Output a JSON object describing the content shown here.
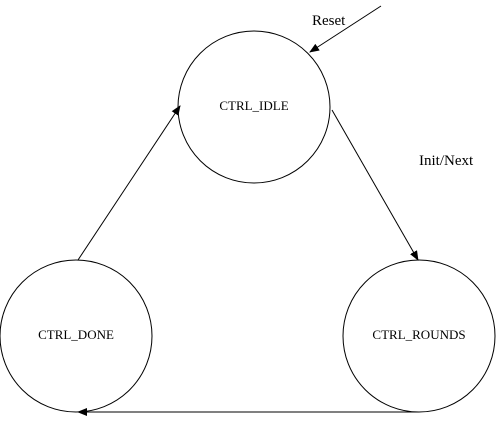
{
  "diagram": {
    "states": {
      "idle": "CTRL_IDLE",
      "rounds": "CTRL_ROUNDS",
      "done": "CTRL_DONE"
    },
    "edges": {
      "reset": "Reset",
      "init_next": "Init/Next"
    },
    "colors": {
      "stroke": "#000000",
      "fill": "#ffffff"
    }
  }
}
